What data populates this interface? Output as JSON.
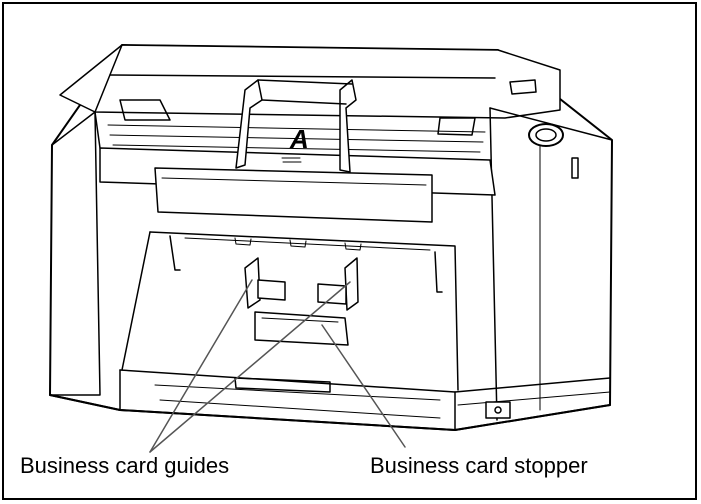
{
  "figure": {
    "feeder_mark": "A",
    "labels": {
      "guides": "Business card guides",
      "stopper": "Business card stopper"
    },
    "icons": {
      "power_button": "power-button-icon",
      "card_guide": "card-guide-icon",
      "card_stopper": "card-stopper-icon"
    },
    "colors": {
      "line": "#000000",
      "fill": "#ffffff",
      "leader": "#555555"
    }
  }
}
